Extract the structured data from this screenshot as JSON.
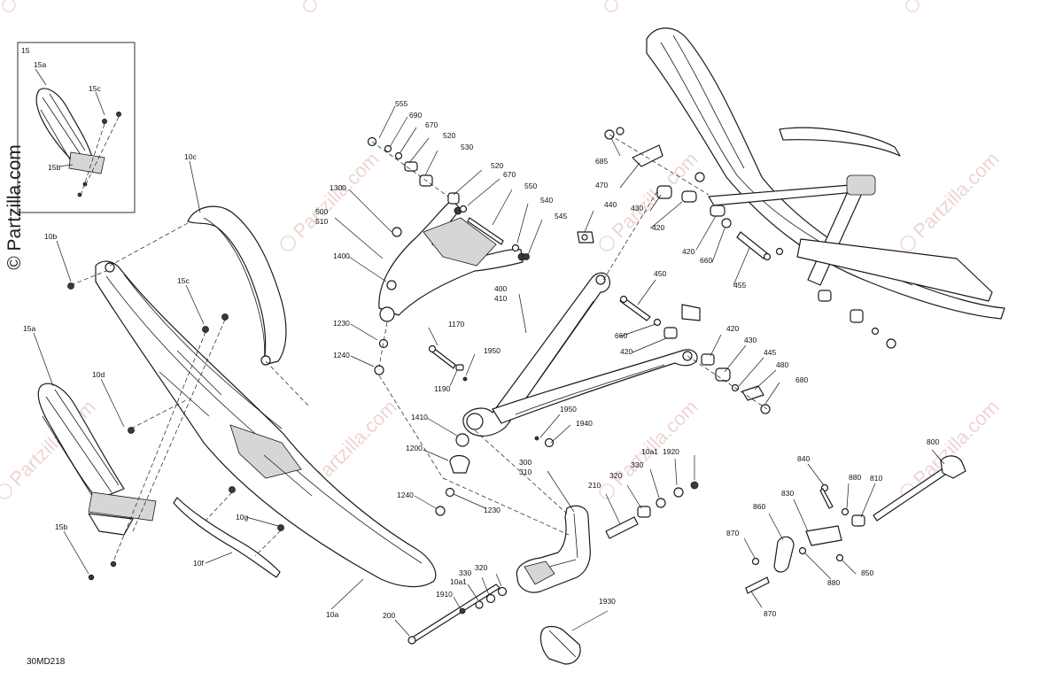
{
  "watermark": {
    "text": "Partzilla.com"
  },
  "brand": {
    "text": "© Partzilla.com"
  },
  "drawing_code": "30MD218",
  "callouts": {
    "l15": "15",
    "l15a_box": "15a",
    "l15c_box": "15c",
    "l15b_box": "15b",
    "l10c": "10c",
    "l10b": "10b",
    "l15c": "15c",
    "l15a": "15a",
    "l10d": "10d",
    "l15b": "15b",
    "l10g": "10g",
    "l10f": "10f",
    "l10a": "10a",
    "l555": "555",
    "l690": "690",
    "l670a": "670",
    "l520a": "520",
    "l530": "530",
    "l520b": "520",
    "l670b": "670",
    "l550": "550",
    "l540": "540",
    "l545": "545",
    "l1300": "1300",
    "l500": "500",
    "l510": "510",
    "l1400": "1400",
    "l1230a": "1230",
    "l1240a": "1240",
    "l1170": "1170",
    "l1950a": "1950",
    "l1190": "1190",
    "l400": "400",
    "l410": "410",
    "l1410": "1410",
    "l1200": "1200",
    "l1950b": "1950",
    "l1940": "1940",
    "l1240b": "1240",
    "l1230b": "1230",
    "l685": "685",
    "l470": "470",
    "l440": "440",
    "l430a": "430",
    "l420a": "420",
    "l420b": "420",
    "l660a": "660",
    "l455": "455",
    "l450": "450",
    "l660b": "660",
    "l420c": "420",
    "l420d": "420",
    "l430b": "430",
    "l445": "445",
    "l480": "480",
    "l680": "680",
    "l300": "300",
    "l310": "310",
    "l210": "210",
    "l320a": "320",
    "l330a": "330",
    "l10a1a": "10a1",
    "l1920": "1920",
    "l320b": "320",
    "l330b": "330",
    "l10a1b": "10a1",
    "l1910": "1910",
    "l200": "200",
    "l1930": "1930",
    "l840": "840",
    "l880a": "880",
    "l810": "810",
    "l800": "800",
    "l830": "830",
    "l860": "860",
    "l870a": "870",
    "l880b": "880",
    "l850": "850",
    "l870b": "870"
  }
}
